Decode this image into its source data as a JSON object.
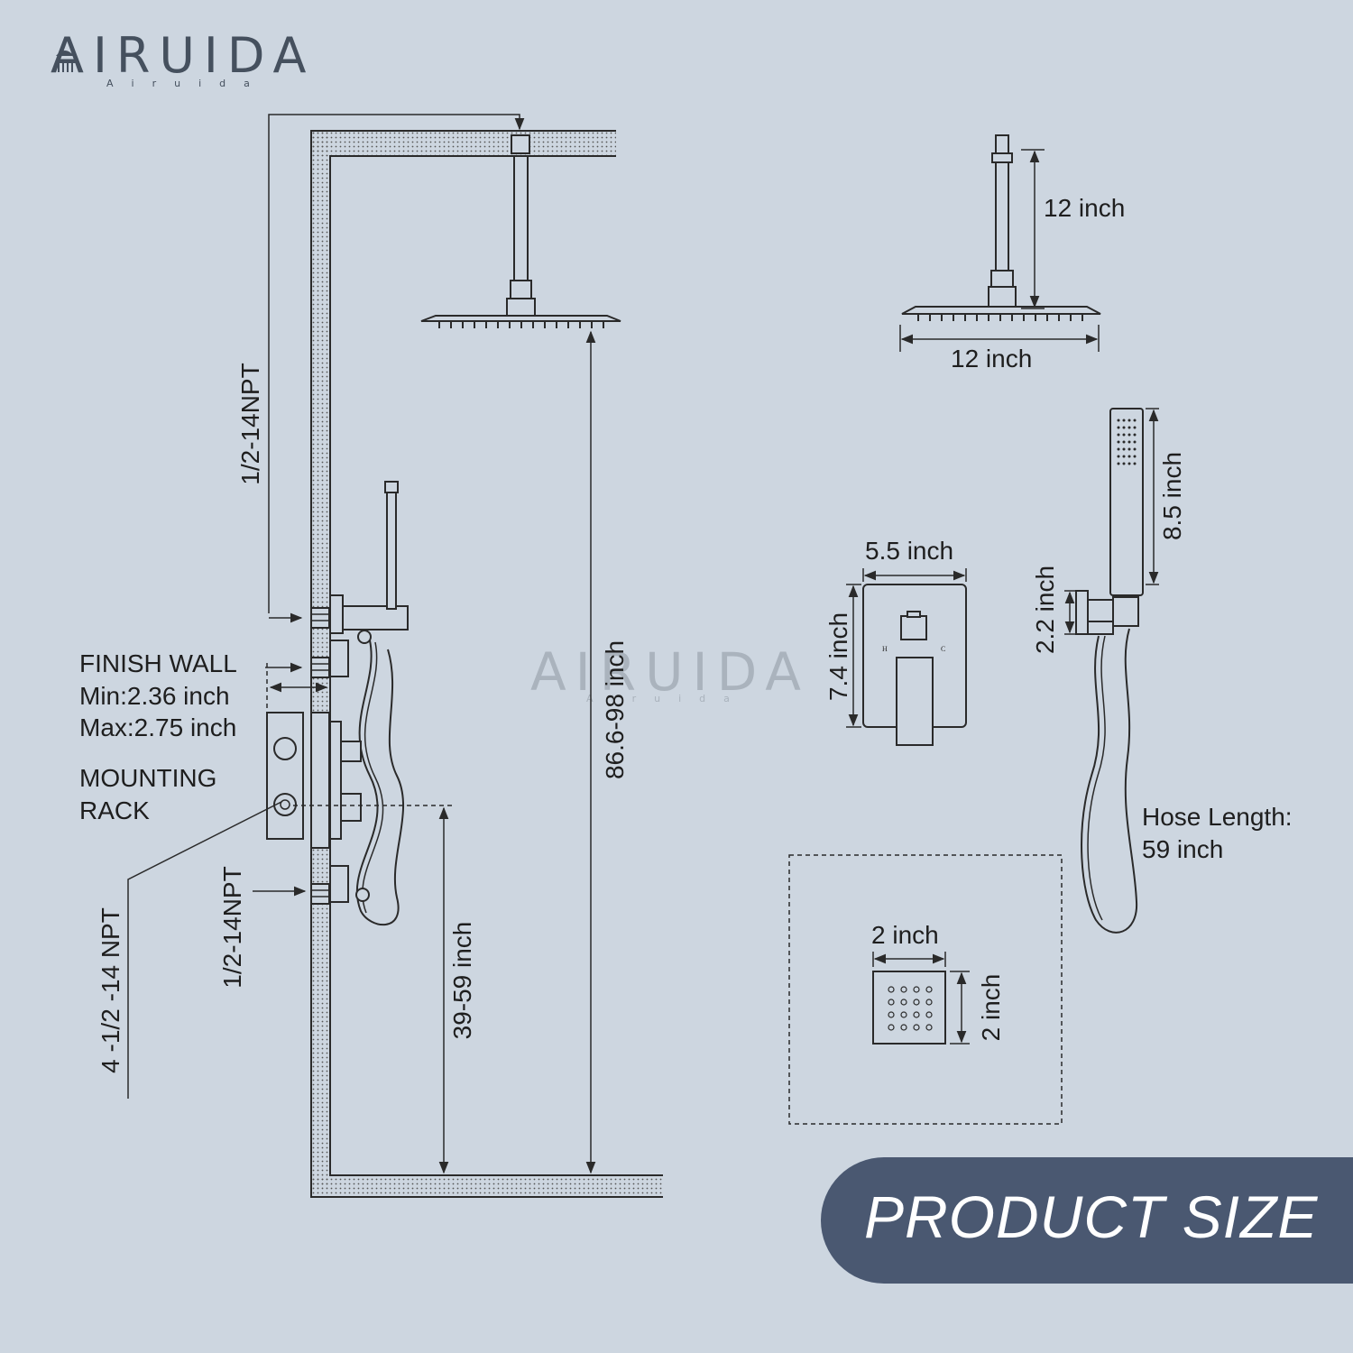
{
  "brand": {
    "name": "AIRUIDA",
    "tagline": "Airuida",
    "watermark_name": "AIRUIDA",
    "watermark_tagline": "Airuida"
  },
  "left_diagram": {
    "inlet_top_label": "1/2-14NPT",
    "finish_wall_title": "FINISH WALL",
    "finish_wall_min": "Min:2.36 inch",
    "finish_wall_max": "Max:2.75 inch",
    "mounting_rack_line1": "MOUNTING",
    "mounting_rack_line2": "RACK",
    "inlet_bottom_label": "1/2-14NPT",
    "ports_label": "4 -1/2 -14 NPT",
    "shower_height": "86.6-98 inch",
    "valve_height": "39-59 inch"
  },
  "shower_head": {
    "arm_length": "12 inch",
    "head_width": "12 inch"
  },
  "valve_plate": {
    "width": "5.5 inch",
    "height": "7.4 inch",
    "hot_mark": "H",
    "cold_mark": "C"
  },
  "hand_shower": {
    "length": "8.5 inch",
    "holder_height": "2.2 inch",
    "hose_label": "Hose Length:",
    "hose_value": "59 inch"
  },
  "body_jet": {
    "width": "2 inch",
    "height": "2 inch"
  },
  "banner": {
    "text": "PRODUCT SIZE",
    "color": "#4a5871"
  },
  "colors": {
    "background": "#cdd6e0",
    "line": "#2a2a2a",
    "brand": "#45505e"
  }
}
